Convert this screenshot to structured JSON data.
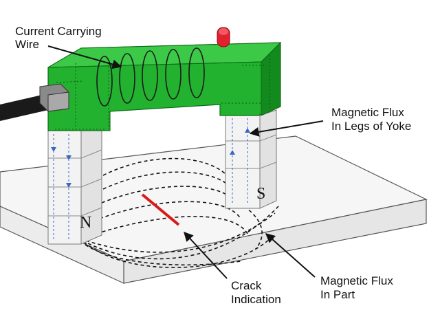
{
  "labels": {
    "current_wire_line1": "Current Carrying",
    "current_wire_line2": "Wire",
    "flux_legs_line1": "Magnetic Flux",
    "flux_legs_line2": "In Legs of Yoke",
    "crack_line1": "Crack",
    "crack_line2": "Indication",
    "flux_part_line1": "Magnetic Flux",
    "flux_part_line2": "In Part",
    "pole_north": "N",
    "pole_south": "S"
  },
  "colors": {
    "yoke": "#22b22f",
    "yoke_dark": "#12801b",
    "legs": "#f3f3f3",
    "plate": "#f4f4f4",
    "crack": "#d81a1a",
    "flux_arrows": "#3a66c8",
    "switch": "#e3212e",
    "connector": "#8a8a8a"
  },
  "icons": {
    "switch": "red-switch-button-icon",
    "connector": "cable-connector-icon"
  }
}
